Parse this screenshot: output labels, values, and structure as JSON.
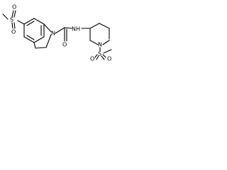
{
  "structure": {
    "labels": {
      "left_sulfonyl_o_top": "O",
      "left_sulfonyl_s": "S",
      "left_sulfonyl_o_bottom": "O",
      "amide_o": "O",
      "amide_nh": "NH",
      "indoline_n": "N",
      "piperidine_n": "N",
      "right_sulfonyl_s": "S",
      "right_sulfonyl_o_left": "O",
      "right_sulfonyl_o_right": "O"
    },
    "colors": {
      "bond": "#000000",
      "text": "#000000",
      "background": "#ffffff"
    }
  }
}
